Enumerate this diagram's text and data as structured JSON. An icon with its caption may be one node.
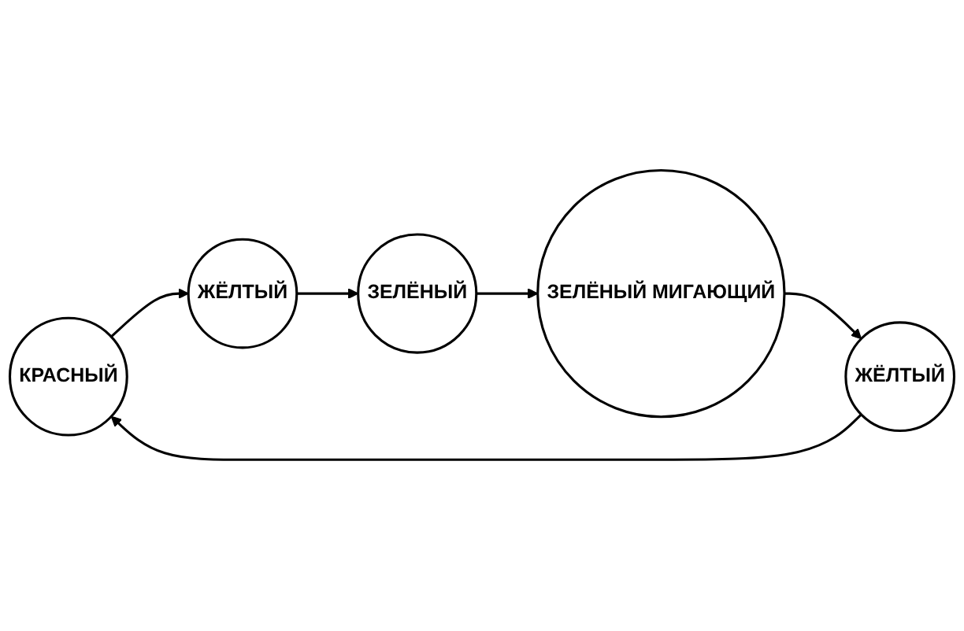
{
  "diagram": {
    "nodes": [
      {
        "text": [
          "КРАСНЫЙ"
        ]
      },
      {
        "text": [
          "ЖЁЛТЫЙ"
        ]
      },
      {
        "text": [
          "ЗЕЛЁНЫЙ"
        ]
      },
      {
        "text": [
          "ЗЕЛЁНЫЙ МИГАЮЩИЙ"
        ]
      },
      {
        "text": [
          "ЖЁЛТЫЙ"
        ]
      }
    ],
    "edges": [
      {
        "from": 0,
        "to": 1,
        "arrow": "to"
      },
      {
        "from": 1,
        "to": 2,
        "arrow": "to"
      },
      {
        "from": 2,
        "to": 3,
        "arrow": "to"
      },
      {
        "from": 3,
        "to": 4,
        "arrow": "to"
      },
      {
        "from": 4,
        "to": 0,
        "arrow": "to"
      }
    ]
  }
}
